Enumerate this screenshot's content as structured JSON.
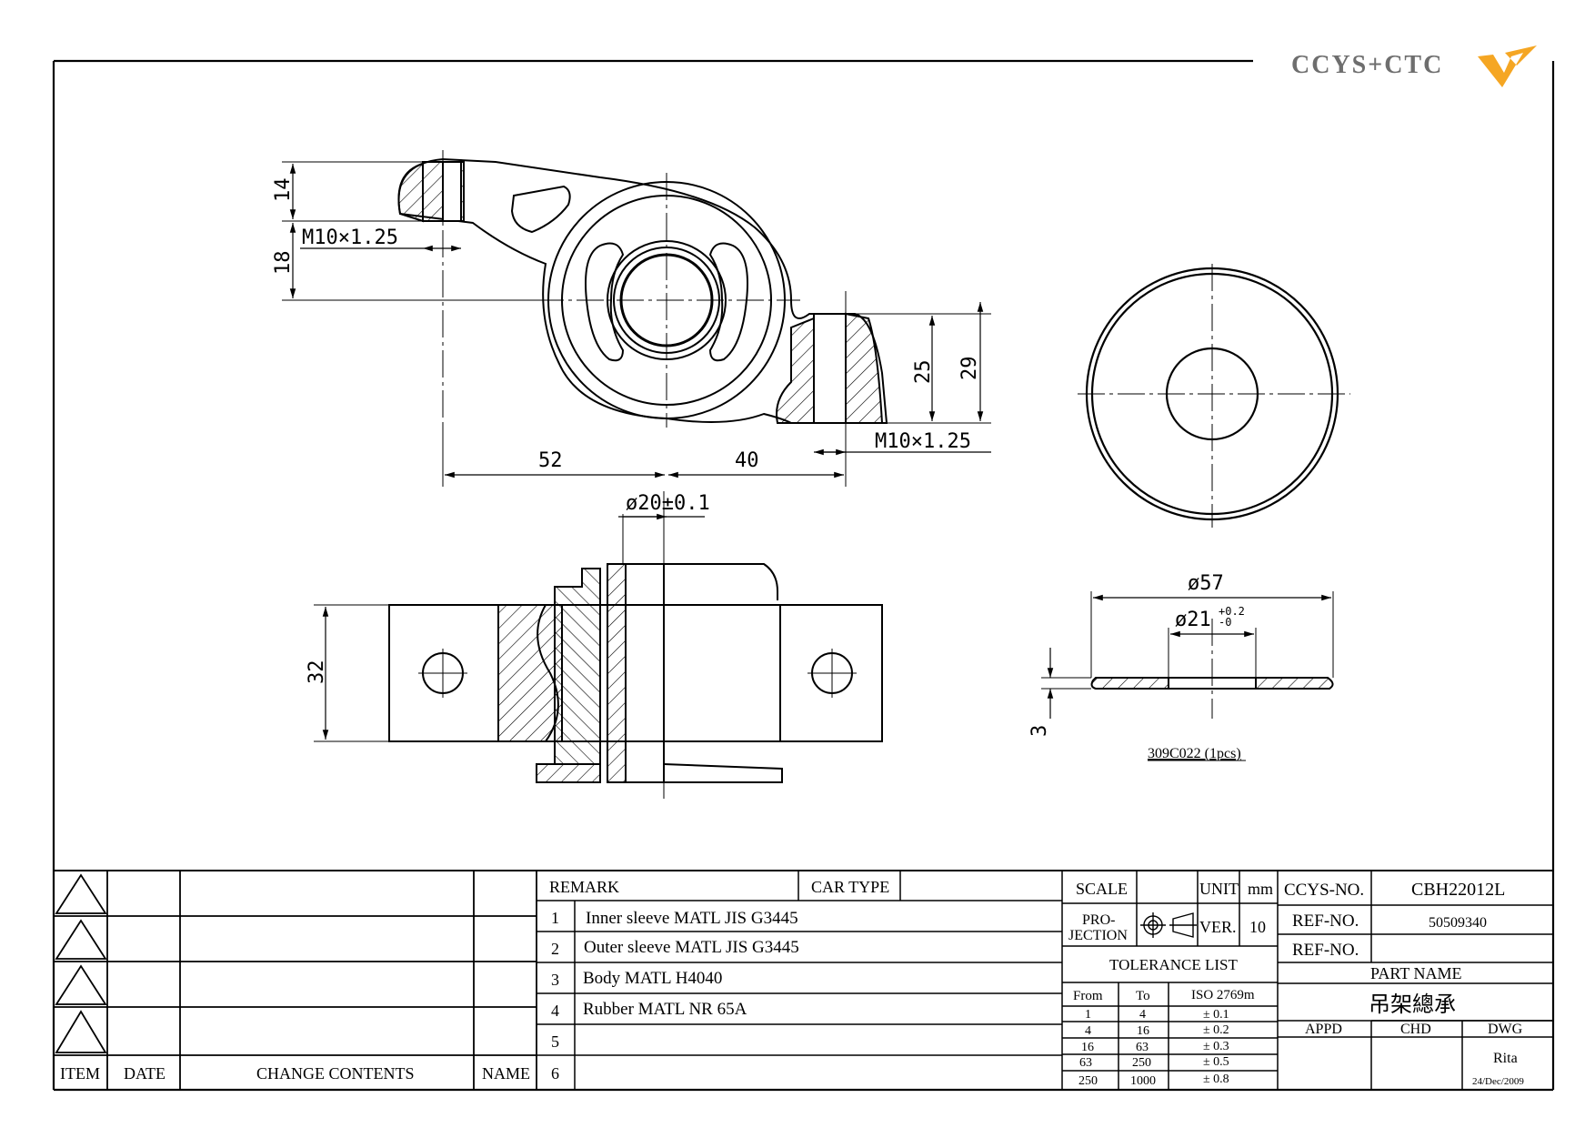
{
  "brand": {
    "logo_text": "CCYS+CTC",
    "accent_color": "#f5a623",
    "logo_gray": "#6e6e6e"
  },
  "dimensions": {
    "d14": "14",
    "d18": "18",
    "thread_top": "M10×1.25",
    "thread_bottom": "M10×1.25",
    "d25": "25",
    "d29": "29",
    "d52": "52",
    "d40": "40",
    "dia20": "ø20±0.1",
    "d32": "32",
    "dia57": "ø57",
    "dia21": "ø21",
    "dia21_tol_upper": "+0.2",
    "dia21_tol_lower": "-0",
    "d3": "3"
  },
  "washer_label": "309C022 (1pcs)",
  "title_block": {
    "revision_headers": {
      "item": "ITEM",
      "date": "DATE",
      "change": "CHANGE CONTENTS",
      "name": "NAME"
    },
    "remark_label": "REMARK",
    "car_type_label": "CAR TYPE",
    "remarks": [
      {
        "no": "1",
        "text": "Inner sleeve MATL JIS G3445"
      },
      {
        "no": "2",
        "text": "Outer sleeve MATL JIS G3445"
      },
      {
        "no": "3",
        "text": "Body MATL H4040"
      },
      {
        "no": "4",
        "text": "Rubber MATL NR 65A"
      },
      {
        "no": "5",
        "text": ""
      },
      {
        "no": "6",
        "text": ""
      }
    ],
    "scale_label": "SCALE",
    "unit_label": "UNIT",
    "unit_value": "mm",
    "projection_label_1": "PRO-",
    "projection_label_2": "JECTION",
    "ver_label": "VER.",
    "ver_value": "10",
    "tolerance_title": "TOLERANCE LIST",
    "tolerance_headers": {
      "from": "From",
      "to": "To",
      "iso": "ISO 2769m"
    },
    "tolerances": [
      {
        "from": "1",
        "to": "4",
        "tol": "± 0.1"
      },
      {
        "from": "4",
        "to": "16",
        "tol": "± 0.2"
      },
      {
        "from": "16",
        "to": "63",
        "tol": "± 0.3"
      },
      {
        "from": "63",
        "to": "250",
        "tol": "± 0.5"
      },
      {
        "from": "250",
        "to": "1000",
        "tol": "± 0.8"
      }
    ],
    "ccys_no_label": "CCYS-NO.",
    "ccys_no": "CBH22012L",
    "ref_no_label": "REF-NO.",
    "ref_no": "50509340",
    "ref_no2_label": "REF-NO.",
    "ref_no2": "",
    "part_name_label": "PART NAME",
    "part_name": "吊架總承",
    "appd_label": "APPD",
    "chd_label": "CHD",
    "dwg_label": "DWG",
    "dwg_by": "Rita",
    "dwg_date": "24/Dec/2009"
  }
}
